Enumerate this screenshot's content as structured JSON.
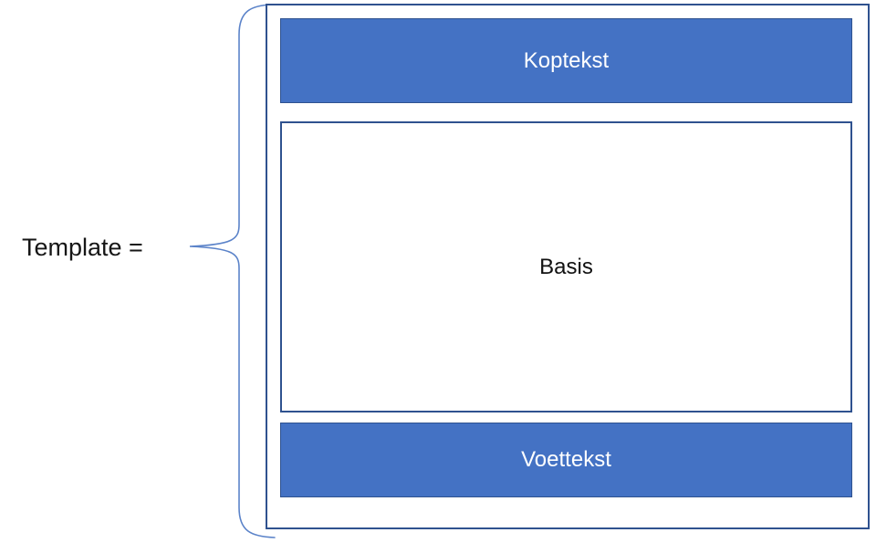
{
  "diagram": {
    "label": "Template =",
    "sections": {
      "header": "Koptekst",
      "body": "Basis",
      "footer": "Voettekst"
    },
    "colors": {
      "bar_fill": "#4472c4",
      "bar_border": "#2f528f",
      "outer_border": "#2f528f",
      "brace_stroke": "#5b83c9",
      "header_text": "#ffffff",
      "footer_text": "#ffffff",
      "body_text": "#111111",
      "label_text": "#161616",
      "background": "#ffffff"
    }
  }
}
